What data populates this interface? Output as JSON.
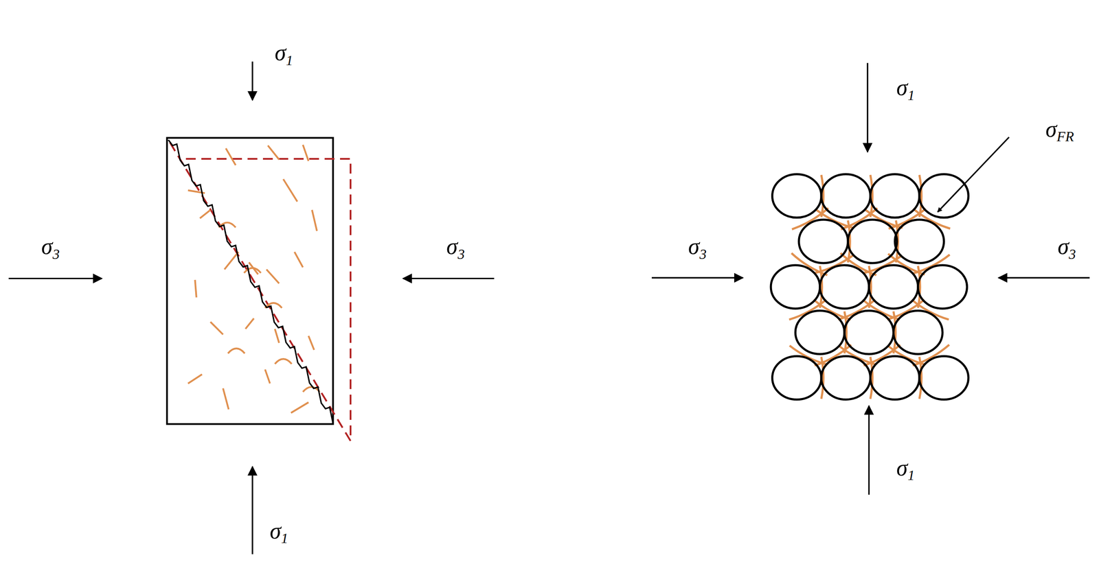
{
  "diagram": {
    "labels": [
      "σ1",
      "σ3",
      "σ3",
      "σ1",
      "σ1",
      "σFR",
      "σ3",
      "σ3",
      "σ1"
    ]
  }
}
